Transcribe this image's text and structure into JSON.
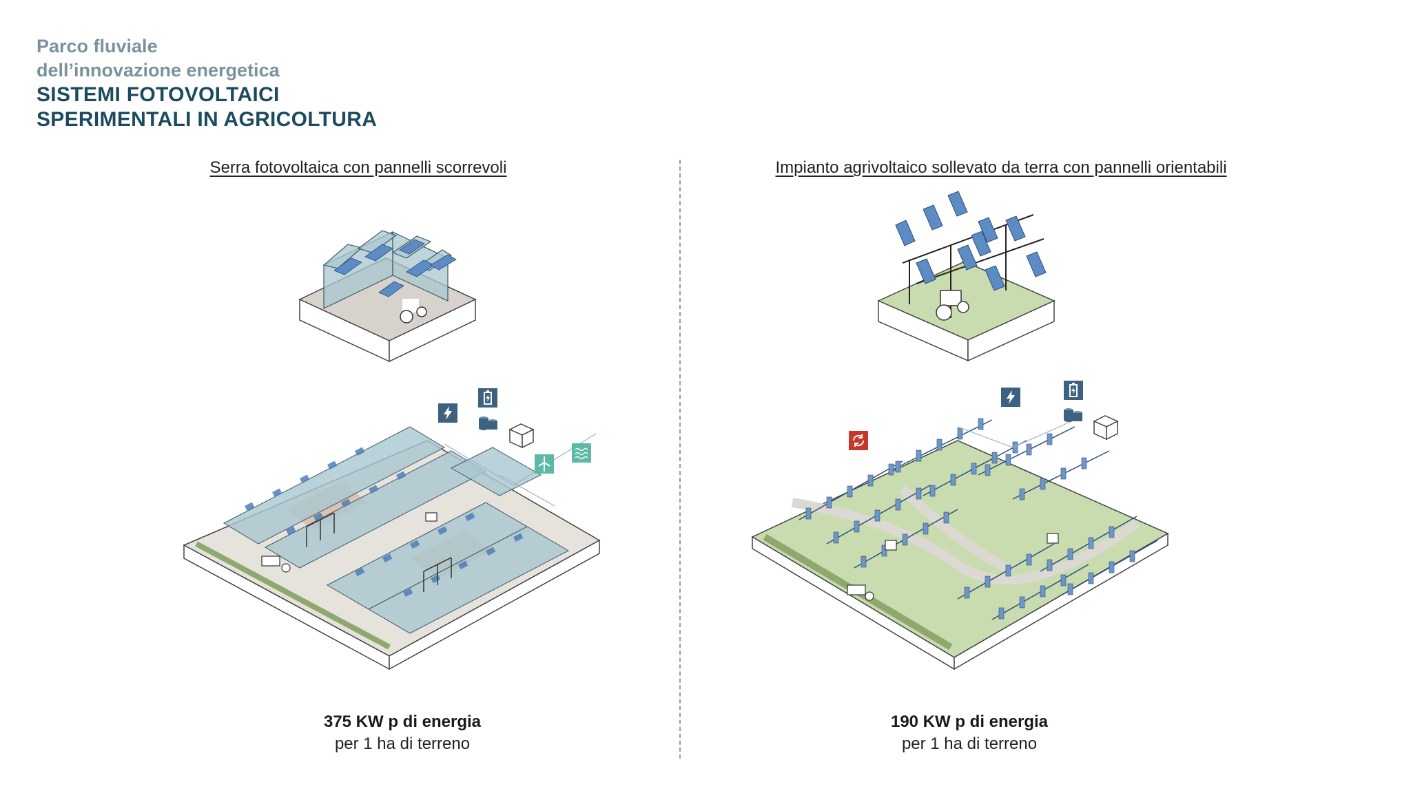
{
  "header": {
    "subtitle_line1": "Parco fluviale",
    "subtitle_line2": "dell’innovazione energetica",
    "title_line1": "SISTEMI FOTOVOLTAICI",
    "title_line2": "SPERIMENTALI IN AGRICOLTURA"
  },
  "left_panel": {
    "title": "Serra fotovoltaica con pannelli scorrevoli",
    "energy": "375 KW p di energia",
    "area": "per 1 ha di terreno"
  },
  "right_panel": {
    "title": "Impianto agrivoltaico sollevato da terra con pannelli orientabili",
    "energy": "190 KW p di energia",
    "area": "per 1 ha di terreno"
  },
  "colors": {
    "subtitle": "#7a929e",
    "title": "#1c4a5e",
    "panel_blue": "#6f97c6",
    "glass": "#a9c7d0",
    "field_green": "#c9dcb0",
    "icon_navy": "#3d6180",
    "icon_teal": "#5fb8a6",
    "icon_red": "#c8372d"
  },
  "icons": {
    "electric": "lightning-icon",
    "battery": "battery-icon",
    "storage": "storage-tanks-icon",
    "grid": "box-icon",
    "wind": "wind-turbine-icon",
    "water": "water-icon",
    "rotation": "rotate-icon"
  }
}
